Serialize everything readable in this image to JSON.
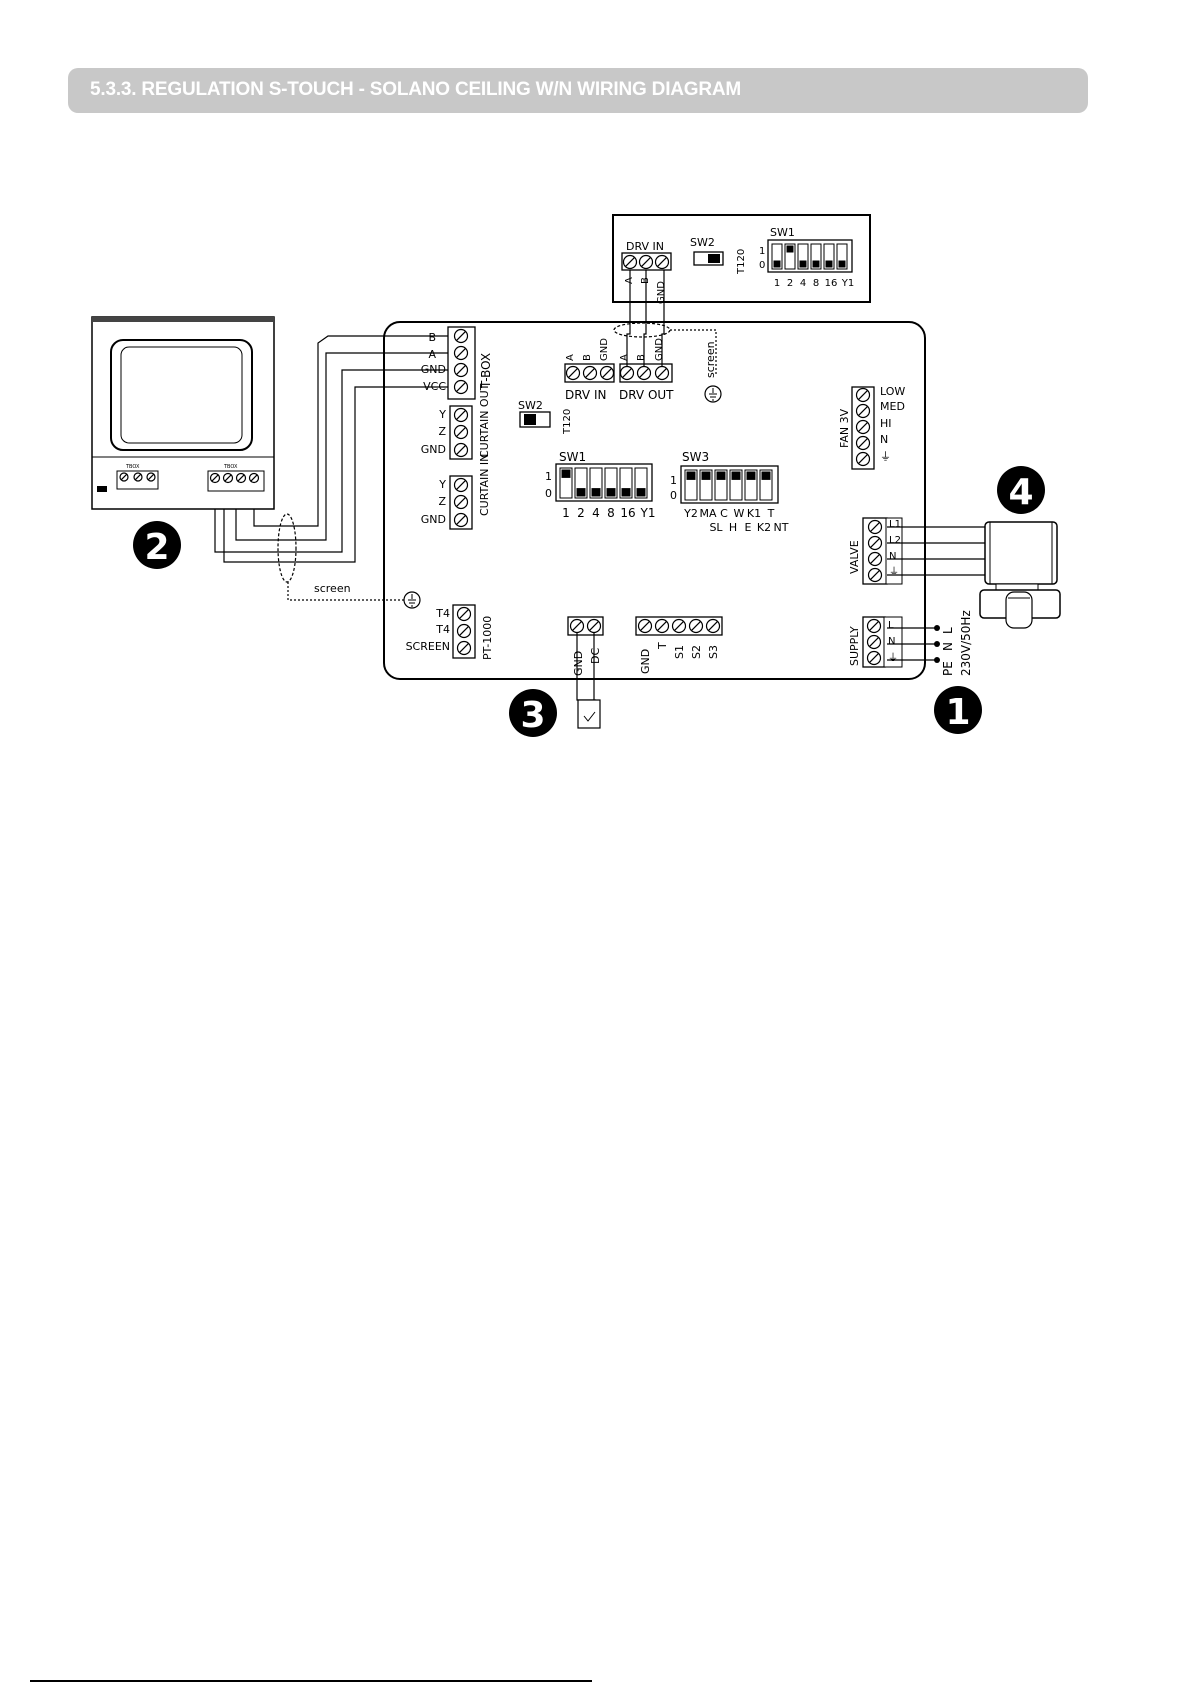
{
  "header": {
    "title": "5.3.3. REGULATION S-TOUCH - SOLANO CEILING W/N WIRING DIAGRAM"
  },
  "callouts": [
    "1",
    "2",
    "3",
    "4"
  ],
  "driver_box": {
    "drv_in": "DRV IN",
    "sw2": "SW2",
    "t120": "T120",
    "sw1": "SW1",
    "pins": [
      "A",
      "B",
      "GND"
    ],
    "dip_numbers": [
      "1",
      "2",
      "4",
      "8",
      "16",
      "Y1"
    ],
    "dip_levels": [
      "1",
      "0"
    ]
  },
  "board": {
    "tbox": {
      "label": "T-BOX",
      "pins": [
        "B",
        "A",
        "GND",
        "VCC"
      ]
    },
    "curtain_out": {
      "label": "CURTAIN OUT",
      "pins": [
        "Y",
        "Z",
        "GND"
      ]
    },
    "curtain_in": {
      "label": "CURTAIN IN",
      "pins": [
        "Y",
        "Z",
        "GND"
      ]
    },
    "drv_in": {
      "label": "DRV IN",
      "pins": [
        "A",
        "B",
        "GND"
      ]
    },
    "drv_out": {
      "label": "DRV OUT",
      "pins": [
        "A",
        "B",
        "GND"
      ]
    },
    "screen_label": "screen",
    "sw2": {
      "label": "SW2",
      "t120": "T120"
    },
    "sw1": {
      "label": "SW1",
      "levels": [
        "1",
        "0"
      ],
      "numbers": [
        "1",
        "2",
        "4",
        "8",
        "16",
        "Y1"
      ]
    },
    "sw3": {
      "label": "SW3",
      "levels": [
        "1",
        "0"
      ],
      "top": [
        "Y2",
        "MA",
        "C",
        "W",
        "K1",
        "T"
      ],
      "bottom": [
        "SL",
        "H",
        "E",
        "K2",
        "NT"
      ]
    },
    "fan": {
      "label": "FAN 3V",
      "pins": [
        "LOW",
        "MED",
        "HI",
        "N",
        "⏚"
      ]
    },
    "valve": {
      "label": "VALVE",
      "pins": [
        "L1",
        "L2",
        "N",
        "⏚"
      ]
    },
    "supply": {
      "label": "SUPPLY",
      "pins": [
        "L",
        "N",
        "⏚"
      ],
      "mains": [
        "PE",
        "N",
        "L"
      ],
      "voltage": "230V/50Hz"
    },
    "pt1000": {
      "label": "PT-1000",
      "pins": [
        "T4",
        "T4",
        "SCREEN"
      ]
    },
    "dc": {
      "pins": [
        "GND",
        "DC"
      ]
    },
    "inputs": {
      "pins": [
        "GND",
        "T",
        "S1",
        "S2",
        "S3"
      ]
    }
  },
  "controller": {
    "tbox_left": "TBOX",
    "tbox_right": "TBOX"
  },
  "screen_label_2": "screen"
}
